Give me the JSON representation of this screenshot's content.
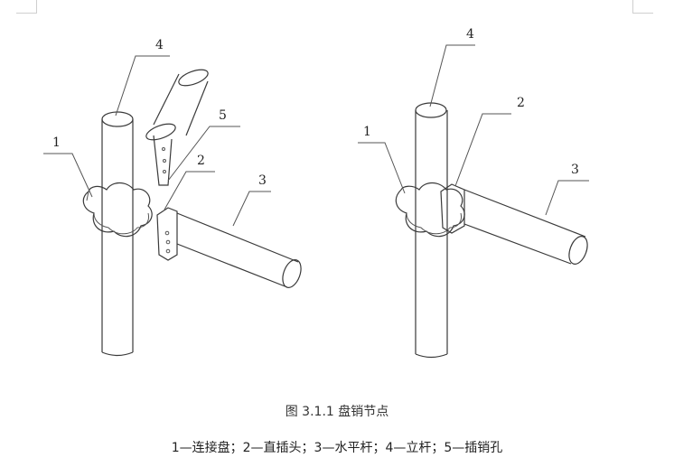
{
  "callouts_left": [
    "4",
    "1",
    "5",
    "2",
    "3"
  ],
  "callouts_right": [
    "4",
    "2",
    "1",
    "3"
  ],
  "caption": "图 3.1.1  盘销节点",
  "legend": "1—连接盘；2—直插头；3—水平杆；4—立杆；5—插销孔",
  "colors": {
    "line": "#3a3a3a",
    "paper": "#ffffff"
  }
}
